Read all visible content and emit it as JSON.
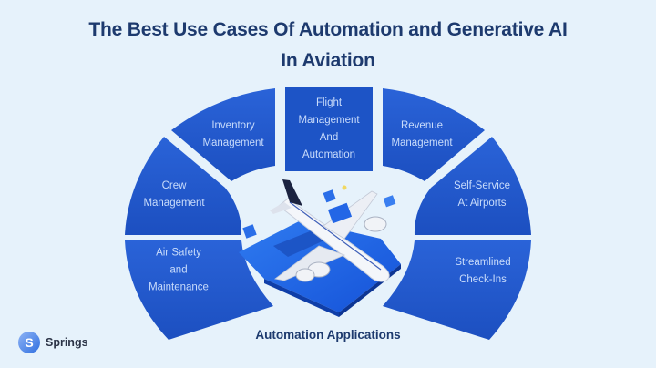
{
  "title": {
    "line1": "The Best Use Cases Of Automation and Generative AI",
    "line2": "In Aviation"
  },
  "segments": [
    {
      "id": "air-safety",
      "lines": [
        "Air Safety",
        "and",
        "Maintenance"
      ]
    },
    {
      "id": "crew",
      "lines": [
        "Crew",
        "Management"
      ]
    },
    {
      "id": "inventory",
      "lines": [
        "Inventory",
        "Management"
      ]
    },
    {
      "id": "flight",
      "lines": [
        "Flight",
        "Management",
        "And",
        "Automation"
      ]
    },
    {
      "id": "revenue",
      "lines": [
        "Revenue",
        "Management"
      ]
    },
    {
      "id": "self-service",
      "lines": [
        "Self-Service",
        "At Airports"
      ]
    },
    {
      "id": "check-ins",
      "lines": [
        "Streamlined",
        "Check-Ins"
      ]
    }
  ],
  "center_label": "Automation Applications",
  "center_illustration": "airplane-on-platform-illustration",
  "brand": {
    "name": "Springs",
    "logo_letter": "S",
    "logo_icon": "springs-logo-icon"
  },
  "colors": {
    "background": "#e6f2fb",
    "segment": "#2159cf",
    "segment_dark": "#1a4bb8",
    "title": "#1d3a6e",
    "segment_text": "#c9dcfb"
  }
}
